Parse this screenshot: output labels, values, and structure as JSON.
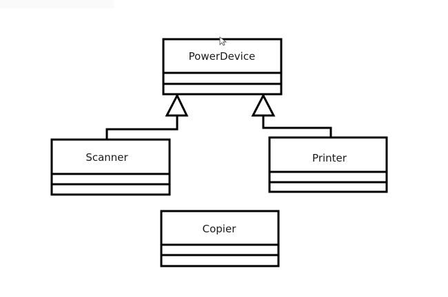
{
  "diagram": {
    "type": "UML class diagram",
    "classes": [
      {
        "id": "powerdevice",
        "name": "PowerDevice",
        "attributes": [],
        "methods": []
      },
      {
        "id": "scanner",
        "name": "Scanner",
        "attributes": [],
        "methods": []
      },
      {
        "id": "printer",
        "name": "Printer",
        "attributes": [],
        "methods": []
      },
      {
        "id": "copier",
        "name": "Copier",
        "attributes": [],
        "methods": []
      }
    ],
    "relationships": [
      {
        "type": "generalization",
        "from": "scanner",
        "to": "powerdevice"
      },
      {
        "type": "generalization",
        "from": "printer",
        "to": "powerdevice"
      }
    ],
    "colors": {
      "line": "#000000",
      "background": "#ffffff",
      "text": "#1a1a1a"
    }
  }
}
